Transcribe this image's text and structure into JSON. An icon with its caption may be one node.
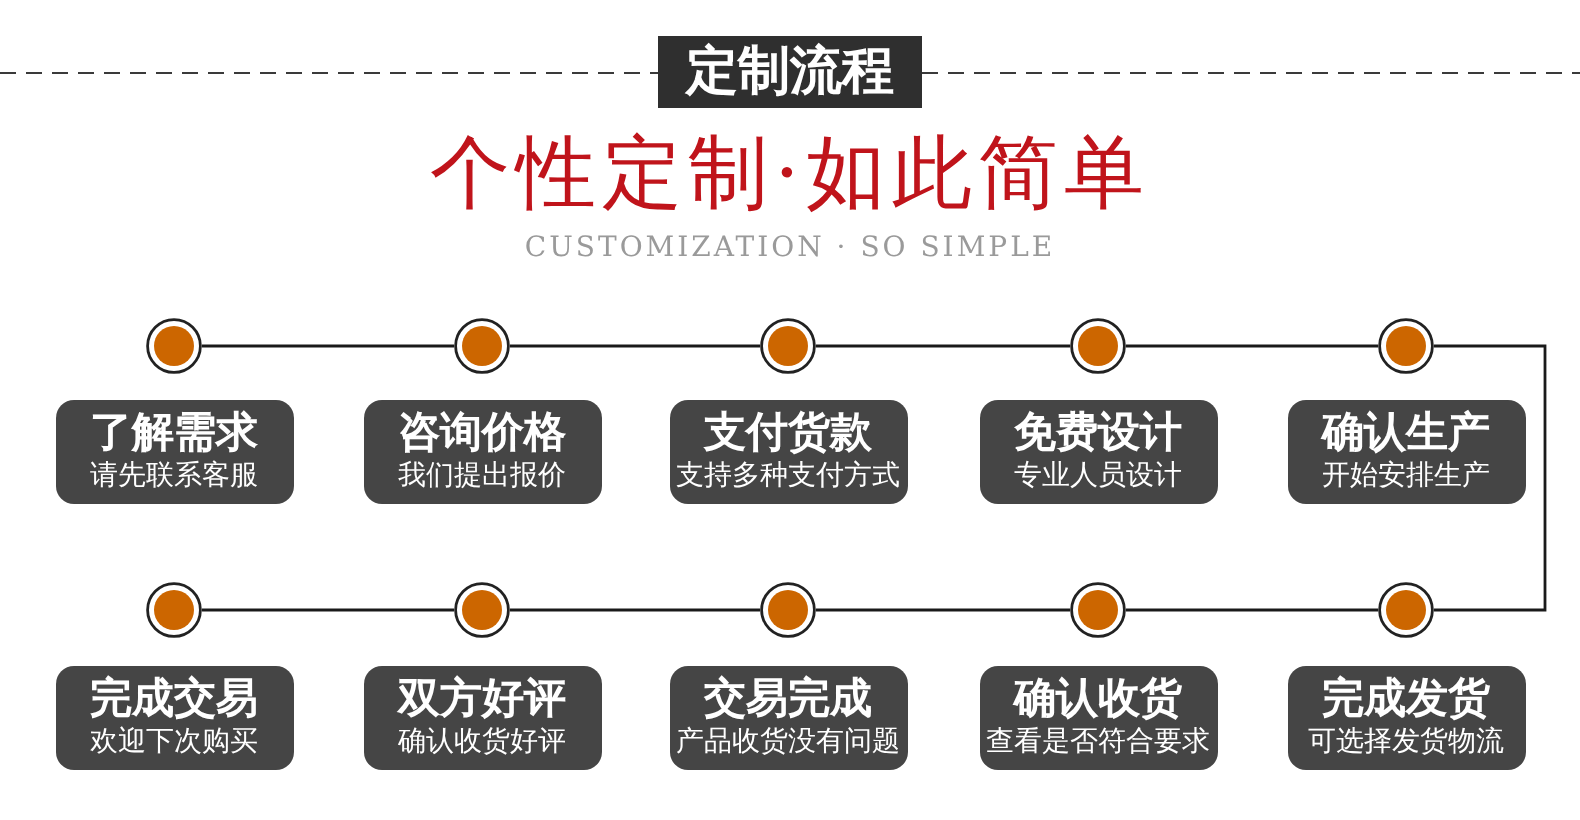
{
  "diagram": {
    "title": "定制流程",
    "nodes": [
      {
        "text": [],
        "shape": "circle"
      },
      {
        "text": [],
        "shape": "circle"
      },
      {
        "text": [],
        "shape": "circle"
      },
      {
        "text": [],
        "shape": "circle"
      },
      {
        "text": [],
        "shape": "circle"
      },
      {
        "text": [
          "了解需求",
          "请先联系客服"
        ]
      },
      {
        "text": [
          "咨询价格",
          "我们提出报价"
        ]
      },
      {
        "text": [
          "支付货款",
          "支持多种支付方式"
        ]
      },
      {
        "text": [
          "免费设计",
          "专业人员设计"
        ]
      },
      {
        "text": [
          "确认生产",
          "开始安排生产"
        ]
      },
      {
        "text": [],
        "shape": "circle"
      },
      {
        "text": [],
        "shape": "circle"
      },
      {
        "text": [],
        "shape": "circle"
      },
      {
        "text": [],
        "shape": "circle"
      },
      {
        "text": [],
        "shape": "circle"
      },
      {
        "text": [
          "完成交易",
          "欢迎下次购买"
        ]
      },
      {
        "text": [
          "双方好评",
          "确认收货好评"
        ]
      },
      {
        "text": [
          "交易完成",
          "产品收货没有问题"
        ]
      },
      {
        "text": [
          "确认收货",
          "查看是否符合要求"
        ]
      },
      {
        "text": [
          "完成发货",
          "可选择发货物流"
        ]
      }
    ],
    "edges": [
      {
        "from": 0,
        "to": 1,
        "arrow": "none"
      },
      {
        "from": 1,
        "to": 2,
        "arrow": "none"
      },
      {
        "from": 2,
        "to": 3,
        "arrow": "none"
      },
      {
        "from": 3,
        "to": 4,
        "arrow": "none"
      },
      {
        "from": 4,
        "to": 14,
        "arrow": "none"
      },
      {
        "from": 14,
        "to": 13,
        "arrow": "none"
      },
      {
        "from": 13,
        "to": 12,
        "arrow": "none"
      },
      {
        "from": 12,
        "to": 11,
        "arrow": "none"
      },
      {
        "from": 11,
        "to": 10,
        "arrow": "none"
      }
    ],
    "labels": [
      "个性定制·如此简单",
      "CUSTOMIZATION · SO SIMPLE"
    ]
  }
}
